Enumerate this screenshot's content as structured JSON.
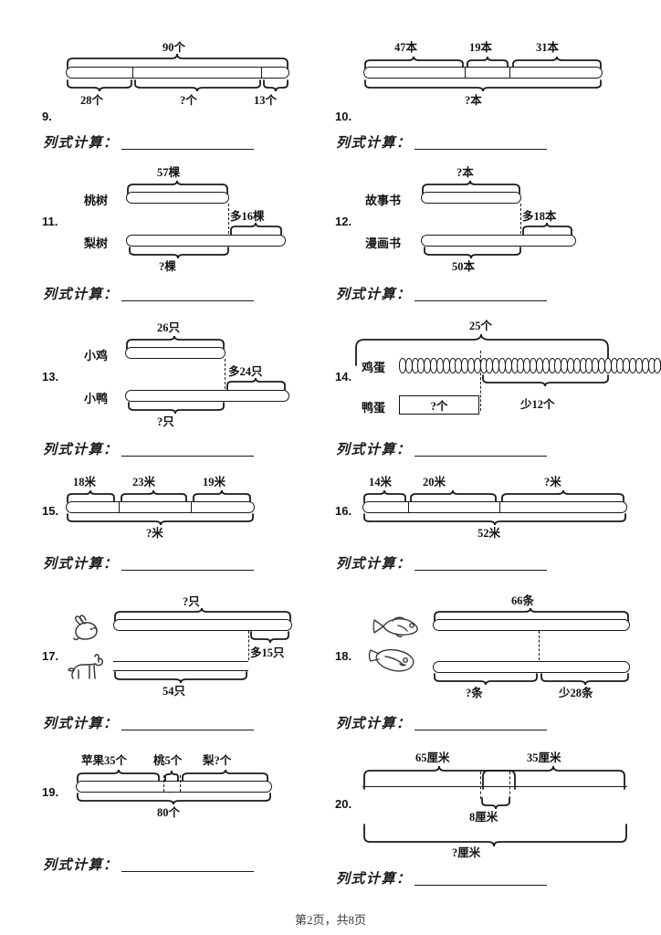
{
  "page": {
    "footer": "第2页，共8页",
    "calc_prompt": "列式计算：",
    "ink_color": "#1a1a1a"
  },
  "problems": [
    {
      "number": "9.",
      "type": "single-bar-three-segments",
      "total_label": "90个",
      "segments": [
        "28个",
        "?个",
        "13个"
      ],
      "total_position": "top",
      "segment_position": "bottom"
    },
    {
      "number": "10.",
      "type": "single-bar-three-segments",
      "total_label": "?本",
      "segments": [
        "47本",
        "19本",
        "31本"
      ],
      "total_position": "bottom",
      "segment_position": "top"
    },
    {
      "number": "11.",
      "type": "two-bar-compare",
      "row_names": [
        "桃树",
        "梨树"
      ],
      "top_label": "57棵",
      "diff_label": "多16棵",
      "bottom_label": "?棵",
      "unknown": "bottom"
    },
    {
      "number": "12.",
      "type": "two-bar-compare",
      "row_names": [
        "故事书",
        "漫画书"
      ],
      "top_label": "?本",
      "diff_label": "多18本",
      "bottom_label": "50本",
      "unknown": "top"
    },
    {
      "number": "13.",
      "type": "two-bar-compare",
      "row_names": [
        "小鸡",
        "小鸭"
      ],
      "top_label": "26只",
      "diff_label": "多24只",
      "bottom_label": "?只",
      "unknown": "bottom"
    },
    {
      "number": "14.",
      "type": "egg-compare",
      "row_names": [
        "鸡蛋",
        "鸭蛋"
      ],
      "top_label": "25个",
      "box_label": "?个",
      "diff_label": "少12个",
      "egg_count_left": 25,
      "egg_count_right": 19
    },
    {
      "number": "15.",
      "type": "single-bar-three-segments",
      "total_label": "?米",
      "segments": [
        "18米",
        "23米",
        "19米"
      ],
      "total_position": "bottom",
      "segment_position": "top"
    },
    {
      "number": "16.",
      "type": "single-bar-three-segments",
      "total_label": "52米",
      "segments": [
        "14米",
        "20米",
        "?米"
      ],
      "total_position": "bottom",
      "segment_position": "top"
    },
    {
      "number": "17.",
      "type": "animal-compare",
      "animals": [
        "rabbit-icon",
        "dog-icon"
      ],
      "top_label": "?只",
      "diff_label": "多15只",
      "bottom_label": "54只"
    },
    {
      "number": "18.",
      "type": "animal-compare-split",
      "animals": [
        "fish-icon",
        "flatfish-icon"
      ],
      "top_label": "66条",
      "bottom_left_label": "?条",
      "bottom_right_label": "少28条"
    },
    {
      "number": "19.",
      "type": "single-bar-three-segments-named",
      "total_label": "80个",
      "segments": [
        "苹果35个",
        "桃5个",
        "梨?个"
      ],
      "total_position": "bottom",
      "segment_position": "top"
    },
    {
      "number": "20.",
      "type": "overlap-bar",
      "top_left_label": "65厘米",
      "top_right_label": "35厘米",
      "overlap_label": "8厘米",
      "total_label": "?厘米"
    }
  ]
}
